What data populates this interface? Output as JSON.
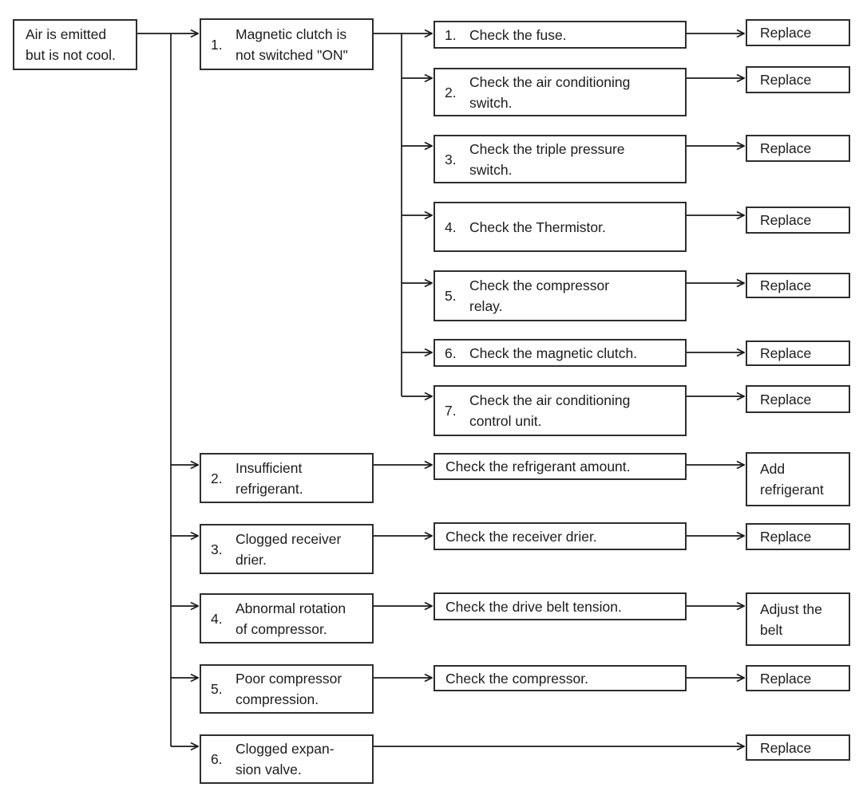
{
  "flowchart": {
    "symptom": {
      "lines": [
        "Air is emitted",
        "but is not cool."
      ]
    },
    "causes": [
      {
        "num": "1.",
        "lines": [
          "Magnetic clutch is",
          "not switched \"ON\""
        ]
      },
      {
        "num": "2.",
        "lines": [
          "Insufficient",
          "refrigerant."
        ]
      },
      {
        "num": "3.",
        "lines": [
          "Clogged receiver",
          "drier."
        ]
      },
      {
        "num": "4.",
        "lines": [
          "Abnormal rotation",
          "of compressor."
        ]
      },
      {
        "num": "5.",
        "lines": [
          "Poor compressor",
          "compression."
        ]
      },
      {
        "num": "6.",
        "lines": [
          "Clogged expan-",
          "sion valve."
        ]
      }
    ],
    "checks": [
      {
        "num": "1.",
        "lines": [
          "Check the fuse."
        ]
      },
      {
        "num": "2.",
        "lines": [
          "Check the air conditioning",
          "switch."
        ]
      },
      {
        "num": "3.",
        "lines": [
          "Check the triple pressure",
          "switch."
        ]
      },
      {
        "num": "4.",
        "lines": [
          "Check the Thermistor."
        ]
      },
      {
        "num": "5.",
        "lines": [
          "Check the compressor",
          "relay."
        ]
      },
      {
        "num": "6.",
        "lines": [
          "Check the magnetic clutch."
        ]
      },
      {
        "num": "7.",
        "lines": [
          "Check the air conditioning",
          "control unit."
        ]
      },
      {
        "lines": [
          "Check the refrigerant amount."
        ]
      },
      {
        "lines": [
          "Check the receiver drier."
        ]
      },
      {
        "lines": [
          "Check the drive belt tension."
        ]
      },
      {
        "lines": [
          "Check the compressor."
        ]
      }
    ],
    "actions": [
      {
        "lines": [
          "Replace"
        ]
      },
      {
        "lines": [
          "Replace"
        ]
      },
      {
        "lines": [
          "Replace"
        ]
      },
      {
        "lines": [
          "Replace"
        ]
      },
      {
        "lines": [
          "Replace"
        ]
      },
      {
        "lines": [
          "Replace"
        ]
      },
      {
        "lines": [
          "Replace"
        ]
      },
      {
        "lines": [
          "Add",
          "refrigerant"
        ]
      },
      {
        "lines": [
          "Replace"
        ]
      },
      {
        "lines": [
          "Adjust the",
          "belt"
        ]
      },
      {
        "lines": [
          "Replace"
        ]
      },
      {
        "lines": [
          "Replace"
        ]
      }
    ],
    "colors": {
      "background": "#ffffff",
      "line": "#1a1a1a",
      "box_border": "#2e2e2e",
      "text": "#1c1c1c"
    }
  }
}
